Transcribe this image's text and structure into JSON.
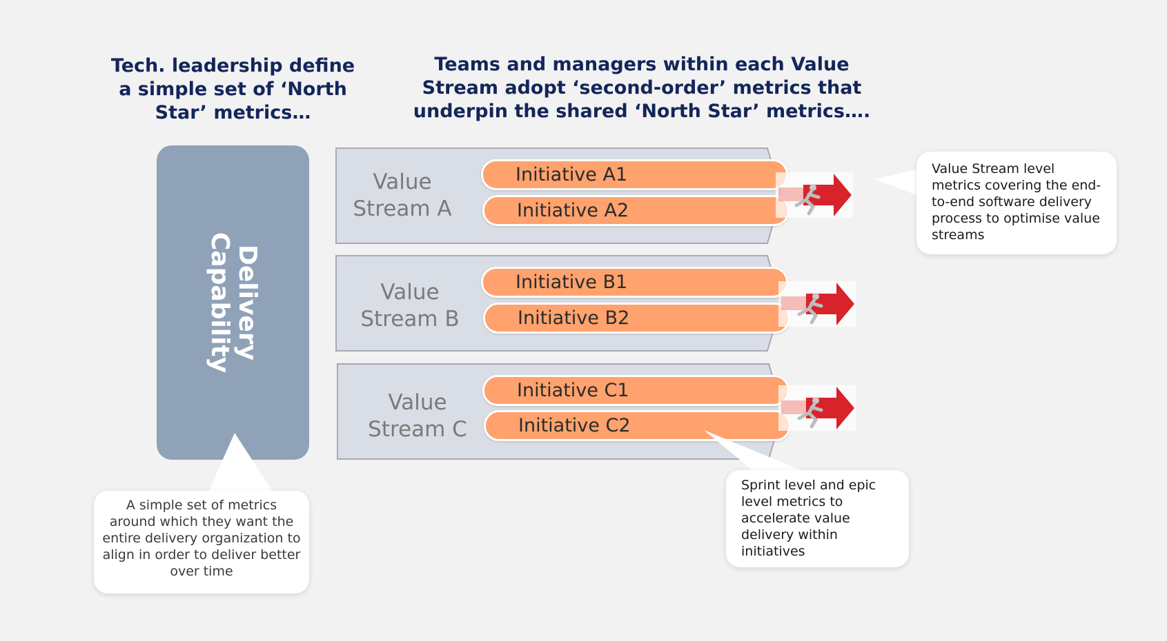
{
  "headings": {
    "left": "Tech. leadership define a simple set of ‘North Star’ metrics…",
    "right": "Teams and managers within each Value Stream adopt ‘second-order’ metrics that underpin the shared ‘North Star’ metrics…."
  },
  "delivery_capability": {
    "line1": "Delivery",
    "line2": "Capability",
    "color": "#8fa2b8"
  },
  "value_streams": [
    {
      "name_line1": "Value",
      "name_line2": "Stream A",
      "initiatives": [
        "Initiative A1",
        "Initiative A2"
      ]
    },
    {
      "name_line1": "Value",
      "name_line2": "Stream B",
      "initiatives": [
        "Initiative B1",
        "Initiative B2"
      ]
    },
    {
      "name_line1": "Value",
      "name_line2": "Stream C",
      "initiatives": [
        "Initiative C1",
        "Initiative C2"
      ]
    }
  ],
  "callouts": {
    "north_star": "A simple set of metrics around which they want the entire delivery organization to align in order to deliver better over time",
    "value_stream_level": "Value Stream level metrics covering the end-to-end software delivery process to optimise value streams",
    "sprint_level": "Sprint level and epic level metrics to accelerate value delivery within initiatives"
  },
  "colors": {
    "heading": "#13265a",
    "initiative": "#ffa26d",
    "stream_fill": "#d9dde5",
    "arrow": "#d8232a"
  },
  "icons": [
    "runner-arrow-icon"
  ]
}
